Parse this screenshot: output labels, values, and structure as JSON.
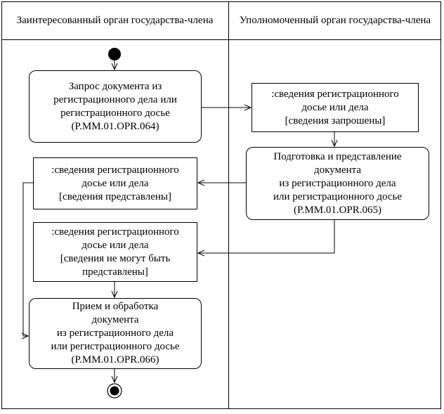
{
  "lanes": {
    "left": "Заинтересованный орган\nгосударства-члена",
    "right": "Уполномоченный орган\nгосударства-члена"
  },
  "nodes": {
    "request_action": "Запрос документа из\nрегистрационного дела или\nрегистрационного досье\n(P.MM.01.OPR.064)",
    "requested_object": ":сведения регистрационного\nдосье или дела\n[сведения запрошены]",
    "prepare_action": "Подготовка и представление\nдокумента\nиз регистрационного дела\nили регистрационного досье\n(P.MM.01.OPR.065)",
    "provided_object": ":сведения регистрационного\nдосье или дела\n[сведения представлены]",
    "not_provided_object": ":сведения регистрационного\nдосье или дела\n[сведения не могут быть\nпредставлены]",
    "process_action": "Прием и обработка\nдокумента\nиз регистрационного дела\nили регистрационного досье\n(P.MM.01.OPR.066)"
  },
  "colors": {
    "line": "#000000",
    "background": "#ffffff"
  }
}
